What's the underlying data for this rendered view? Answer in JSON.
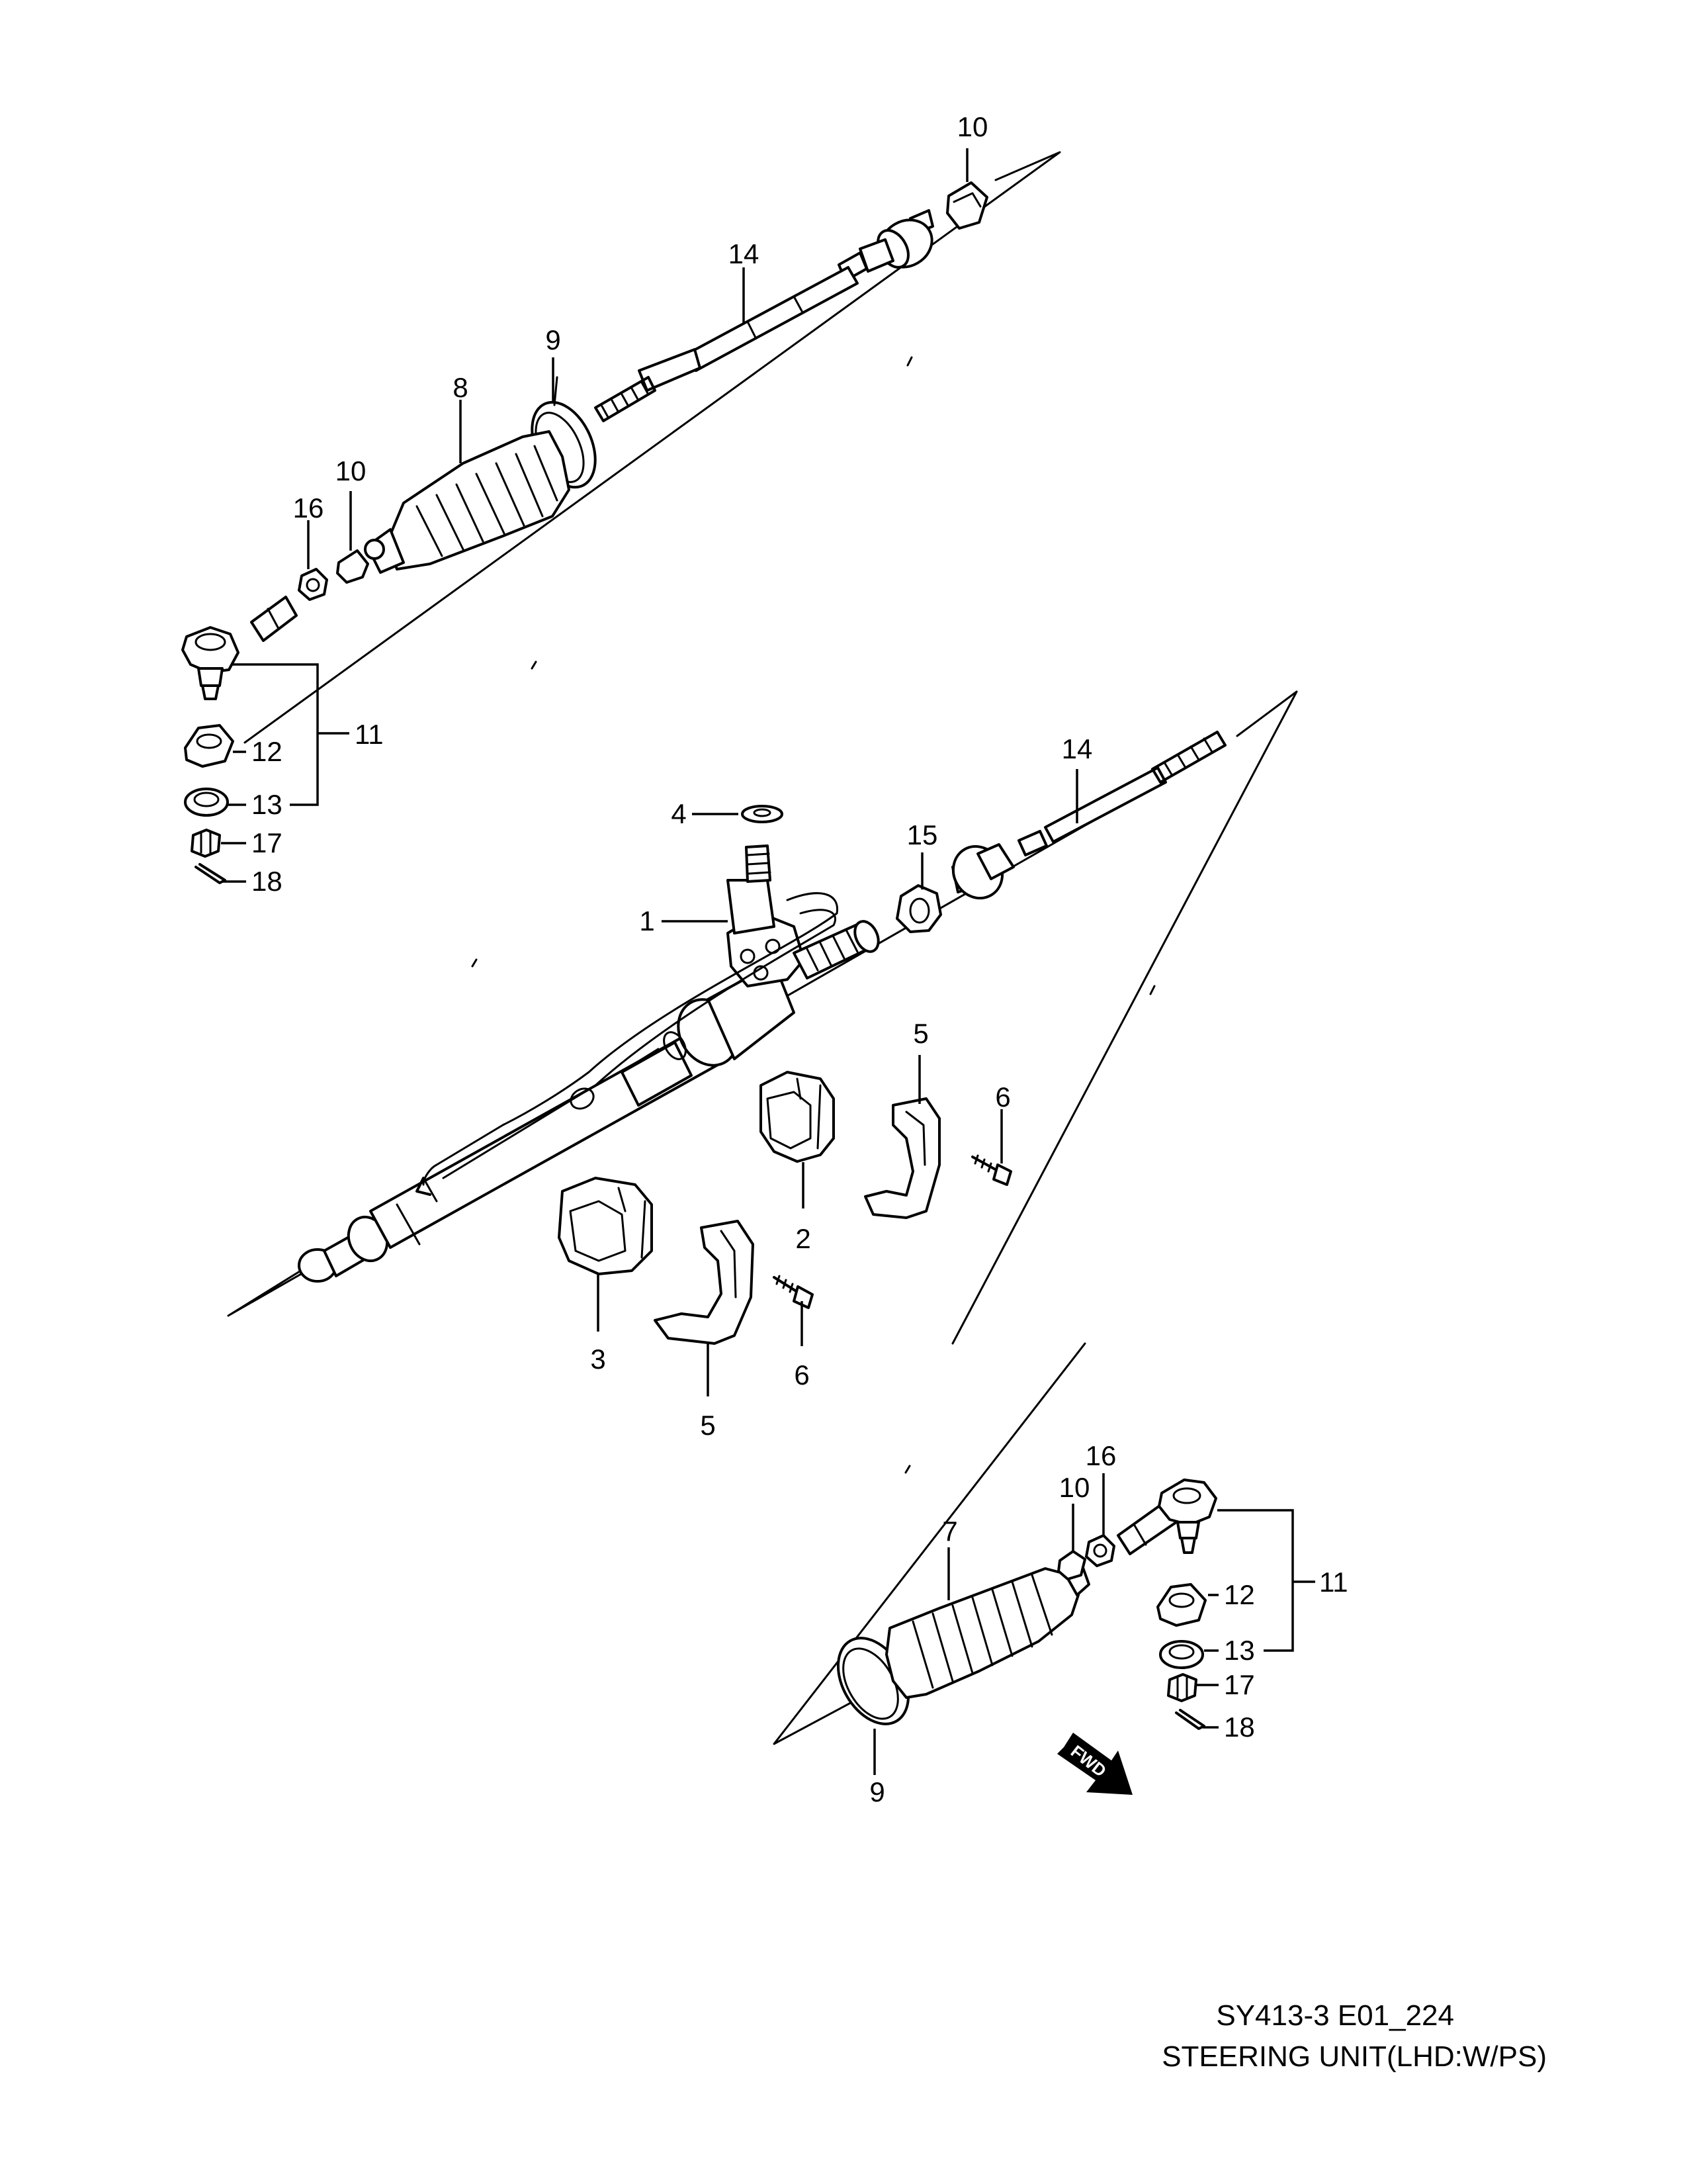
{
  "diagram": {
    "code": "SY413-3 E01_224",
    "title": "STEERING UNIT(LHD:W/PS)",
    "fwd_label": "FWD",
    "callouts": {
      "c1": "1",
      "c2": "2",
      "c3": "3",
      "c4": "4",
      "c5a": "5",
      "c5b": "5",
      "c6a": "6",
      "c6b": "6",
      "c7": "7",
      "c8": "8",
      "c9a": "9",
      "c9b": "9",
      "c10a": "10",
      "c10b": "10",
      "c10c": "10",
      "c11a": "11",
      "c11b": "11",
      "c12a": "12",
      "c12b": "12",
      "c13a": "13",
      "c13b": "13",
      "c14a": "14",
      "c14b": "14",
      "c15": "15",
      "c16a": "16",
      "c16b": "16",
      "c17a": "17",
      "c17b": "17",
      "c18a": "18",
      "c18b": "18"
    }
  }
}
